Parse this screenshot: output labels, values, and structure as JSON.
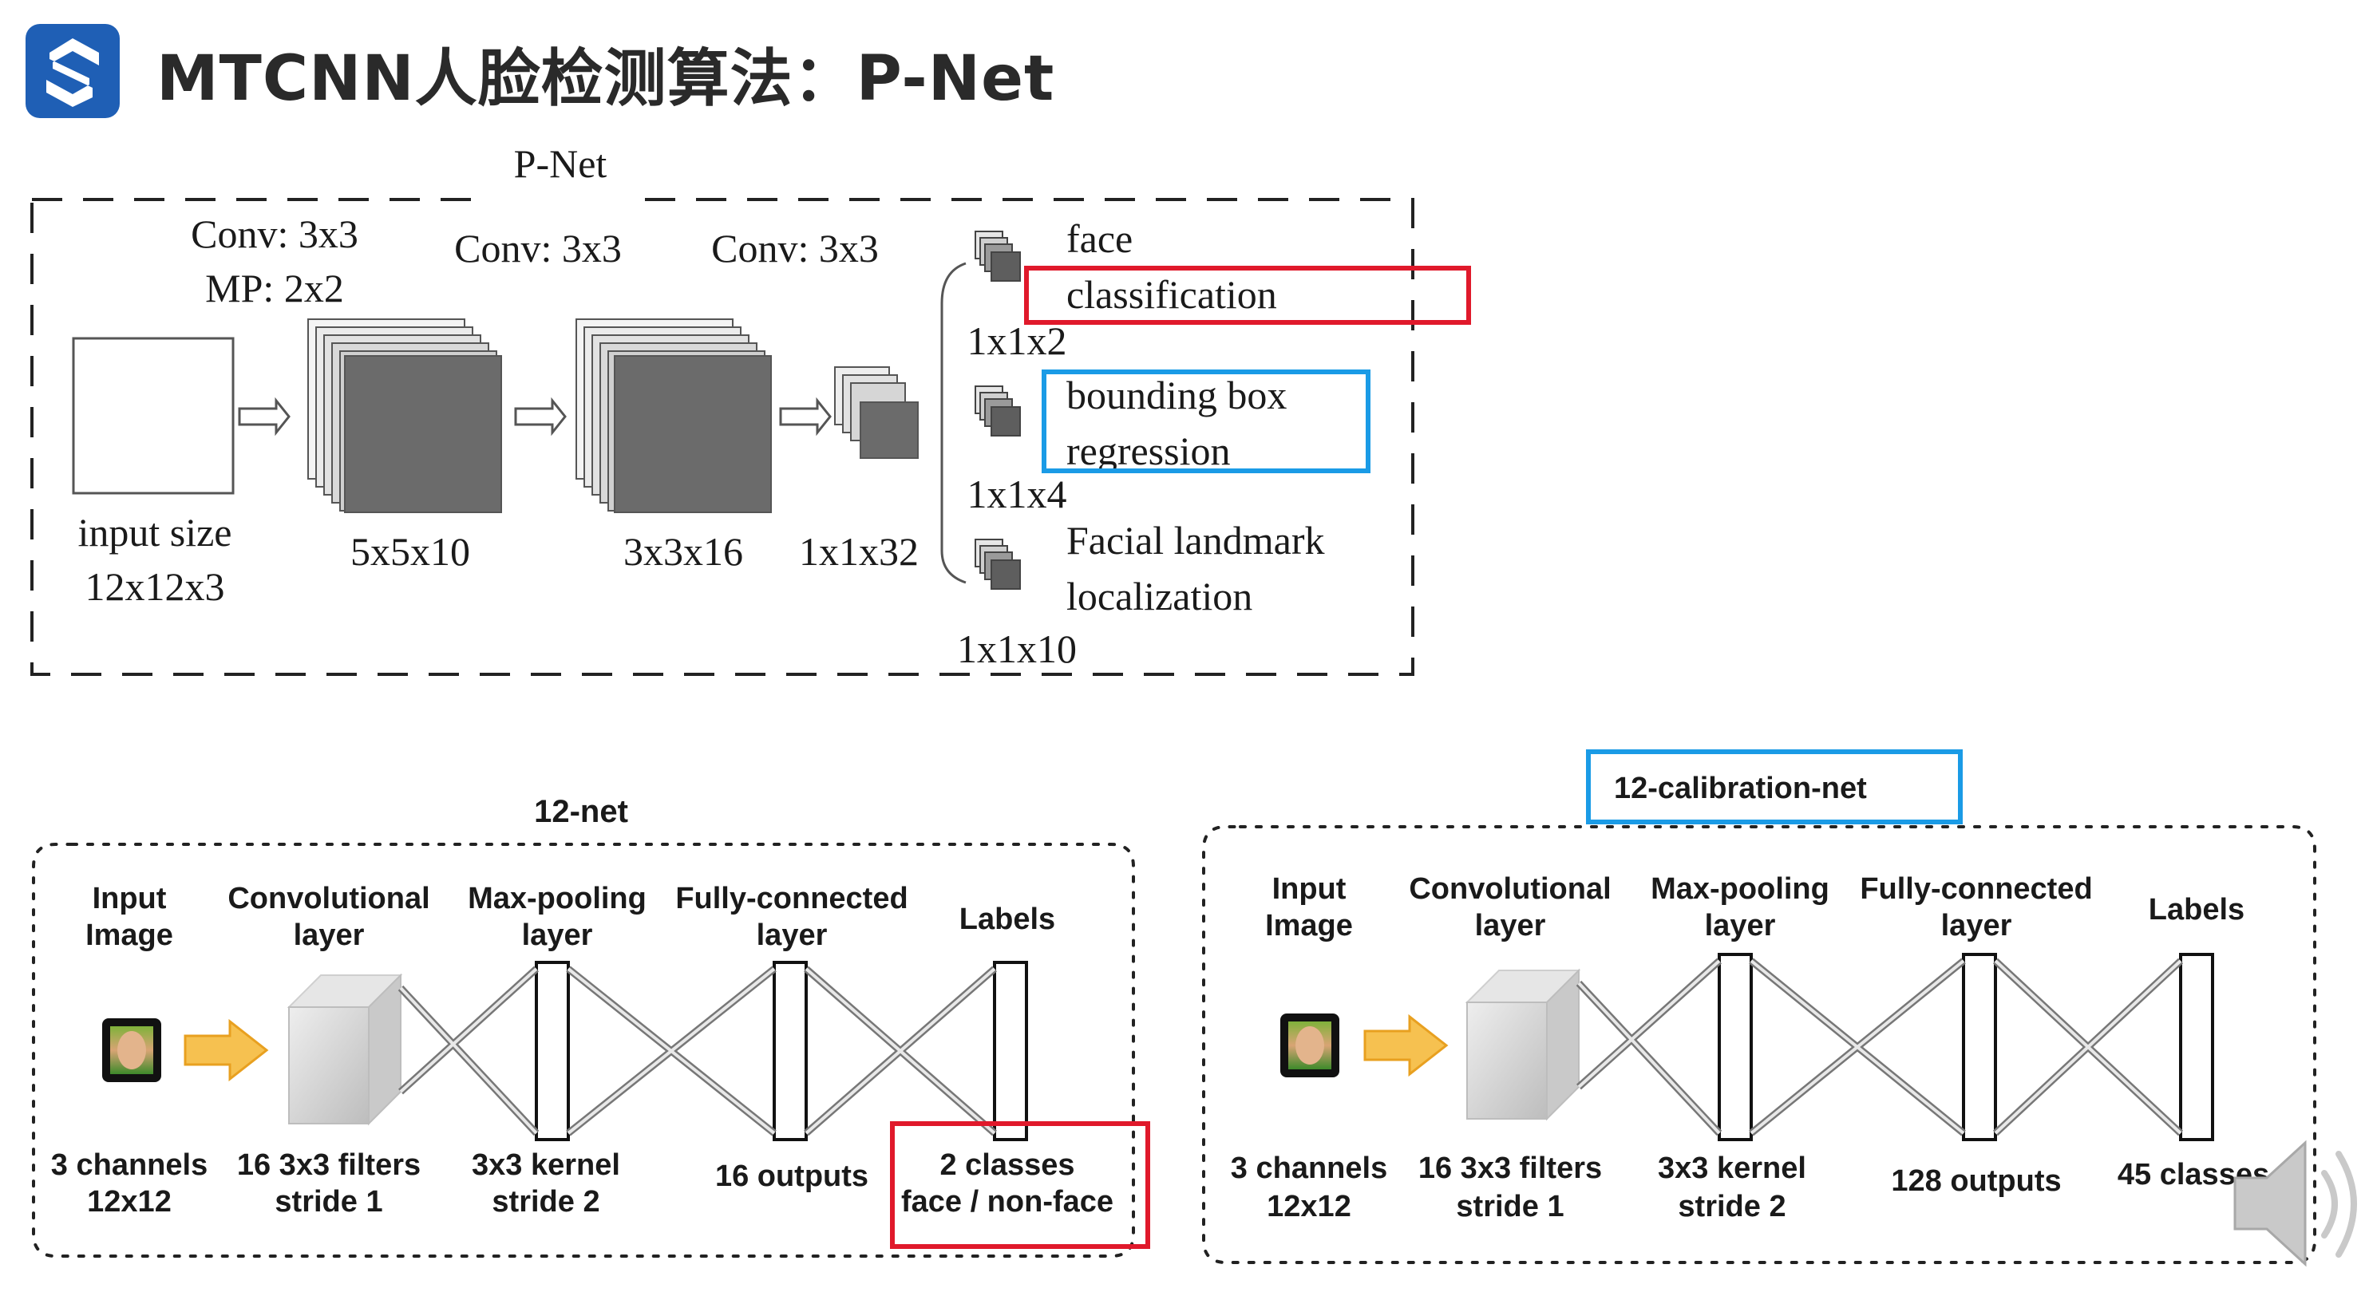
{
  "slide_title": "MTCNN人脸检测算法：P-Net",
  "colors": {
    "brand": "#1f5fb5",
    "highlight_red": "#e0192b",
    "highlight_blue": "#1a9be6",
    "feature_dark": "#6b6b6b",
    "arrow_fill": "#f6c150"
  },
  "pnet": {
    "title": "P-Net",
    "conv1": "Conv: 3x3",
    "mp1": "MP: 2x2",
    "conv2": "Conv: 3x3",
    "conv3": "Conv: 3x3",
    "input_label_1": "input size",
    "input_label_2": "12x12x3",
    "size1": "5x5x10",
    "size2": "3x3x16",
    "size3": "1x1x32",
    "out1_a": "face",
    "out1_b": "classification",
    "out1_size": "1x1x2",
    "out2_a": "bounding box",
    "out2_b": "regression",
    "out2_size": "1x1x4",
    "out3_a": "Facial landmark",
    "out3_b": "localization",
    "out3_size": "1x1x10"
  },
  "net12": {
    "title": "12-net",
    "h_input_1": "Input",
    "h_input_2": "Image",
    "h_conv_1": "Convolutional",
    "h_conv_2": "layer",
    "h_pool_1": "Max-pooling",
    "h_pool_2": "layer",
    "h_fc_1": "Fully-connected",
    "h_fc_2": "layer",
    "h_labels": "Labels",
    "f_input_1": "3 channels",
    "f_input_2": "12x12",
    "f_conv_1": "16 3x3 filters",
    "f_conv_2": "stride 1",
    "f_pool_1": "3x3 kernel",
    "f_pool_2": "stride 2",
    "f_fc": "16 outputs",
    "f_labels_1": "2 classes",
    "f_labels_2": "face / non-face"
  },
  "cal12": {
    "title": "12-calibration-net",
    "h_input_1": "Input",
    "h_input_2": "Image",
    "h_conv_1": "Convolutional",
    "h_conv_2": "layer",
    "h_pool_1": "Max-pooling",
    "h_pool_2": "layer",
    "h_fc_1": "Fully-connected",
    "h_fc_2": "layer",
    "h_labels": "Labels",
    "f_input_1": "3 channels",
    "f_input_2": "12x12",
    "f_conv_1": "16 3x3 filters",
    "f_conv_2": "stride 1",
    "f_pool_1": "3x3 kernel",
    "f_pool_2": "stride 2",
    "f_fc": "128 outputs",
    "f_labels": "45 classes"
  },
  "icons": {
    "logo": "brand-logo-icon",
    "speaker": "speaker-icon",
    "face": "face-thumbnail-icon"
  }
}
